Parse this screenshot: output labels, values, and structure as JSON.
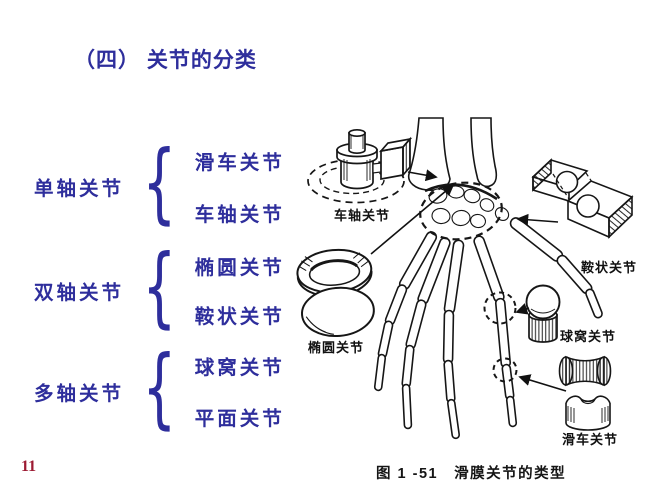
{
  "page": {
    "number": "11",
    "accent_blue": "#2e2e9c",
    "accent_red": "#9c1a32",
    "ink": "#161616"
  },
  "title": "（四） 关节的分类",
  "brace": "{",
  "classification": {
    "groups": [
      {
        "label": "单轴关节",
        "items": [
          "滑车关节",
          "车轴关节"
        ]
      },
      {
        "label": "双轴关节",
        "items": [
          "椭圆关节",
          "鞍状关节"
        ]
      },
      {
        "label": "多轴关节",
        "items": [
          "球窝关节",
          "平面关节"
        ]
      }
    ]
  },
  "figure": {
    "labels": {
      "pivot": "车轴关节",
      "ellipsoid": "椭圆关节",
      "saddle": "鞍状关节",
      "ball_socket": "球窝关节",
      "trochlear": "滑车关节"
    },
    "caption_prefix": "图 1 -51",
    "caption_text": "滑膜关节的类型"
  }
}
